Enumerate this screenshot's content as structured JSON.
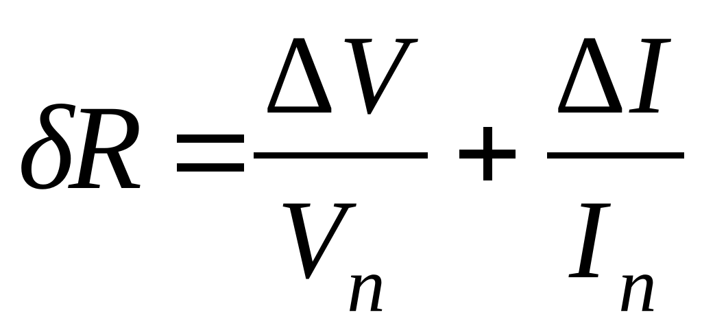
{
  "equation": {
    "lhs": {
      "delta_symbol": "δ",
      "variable": "R"
    },
    "relation": "=",
    "term1": {
      "numerator": {
        "delta_symbol": "Δ",
        "variable": "V"
      },
      "denominator": {
        "variable": "V",
        "subscript": "n"
      }
    },
    "operator": "+",
    "term2": {
      "numerator": {
        "delta_symbol": "Δ",
        "variable": "I"
      },
      "denominator": {
        "variable": "I",
        "subscript": "n"
      }
    }
  }
}
